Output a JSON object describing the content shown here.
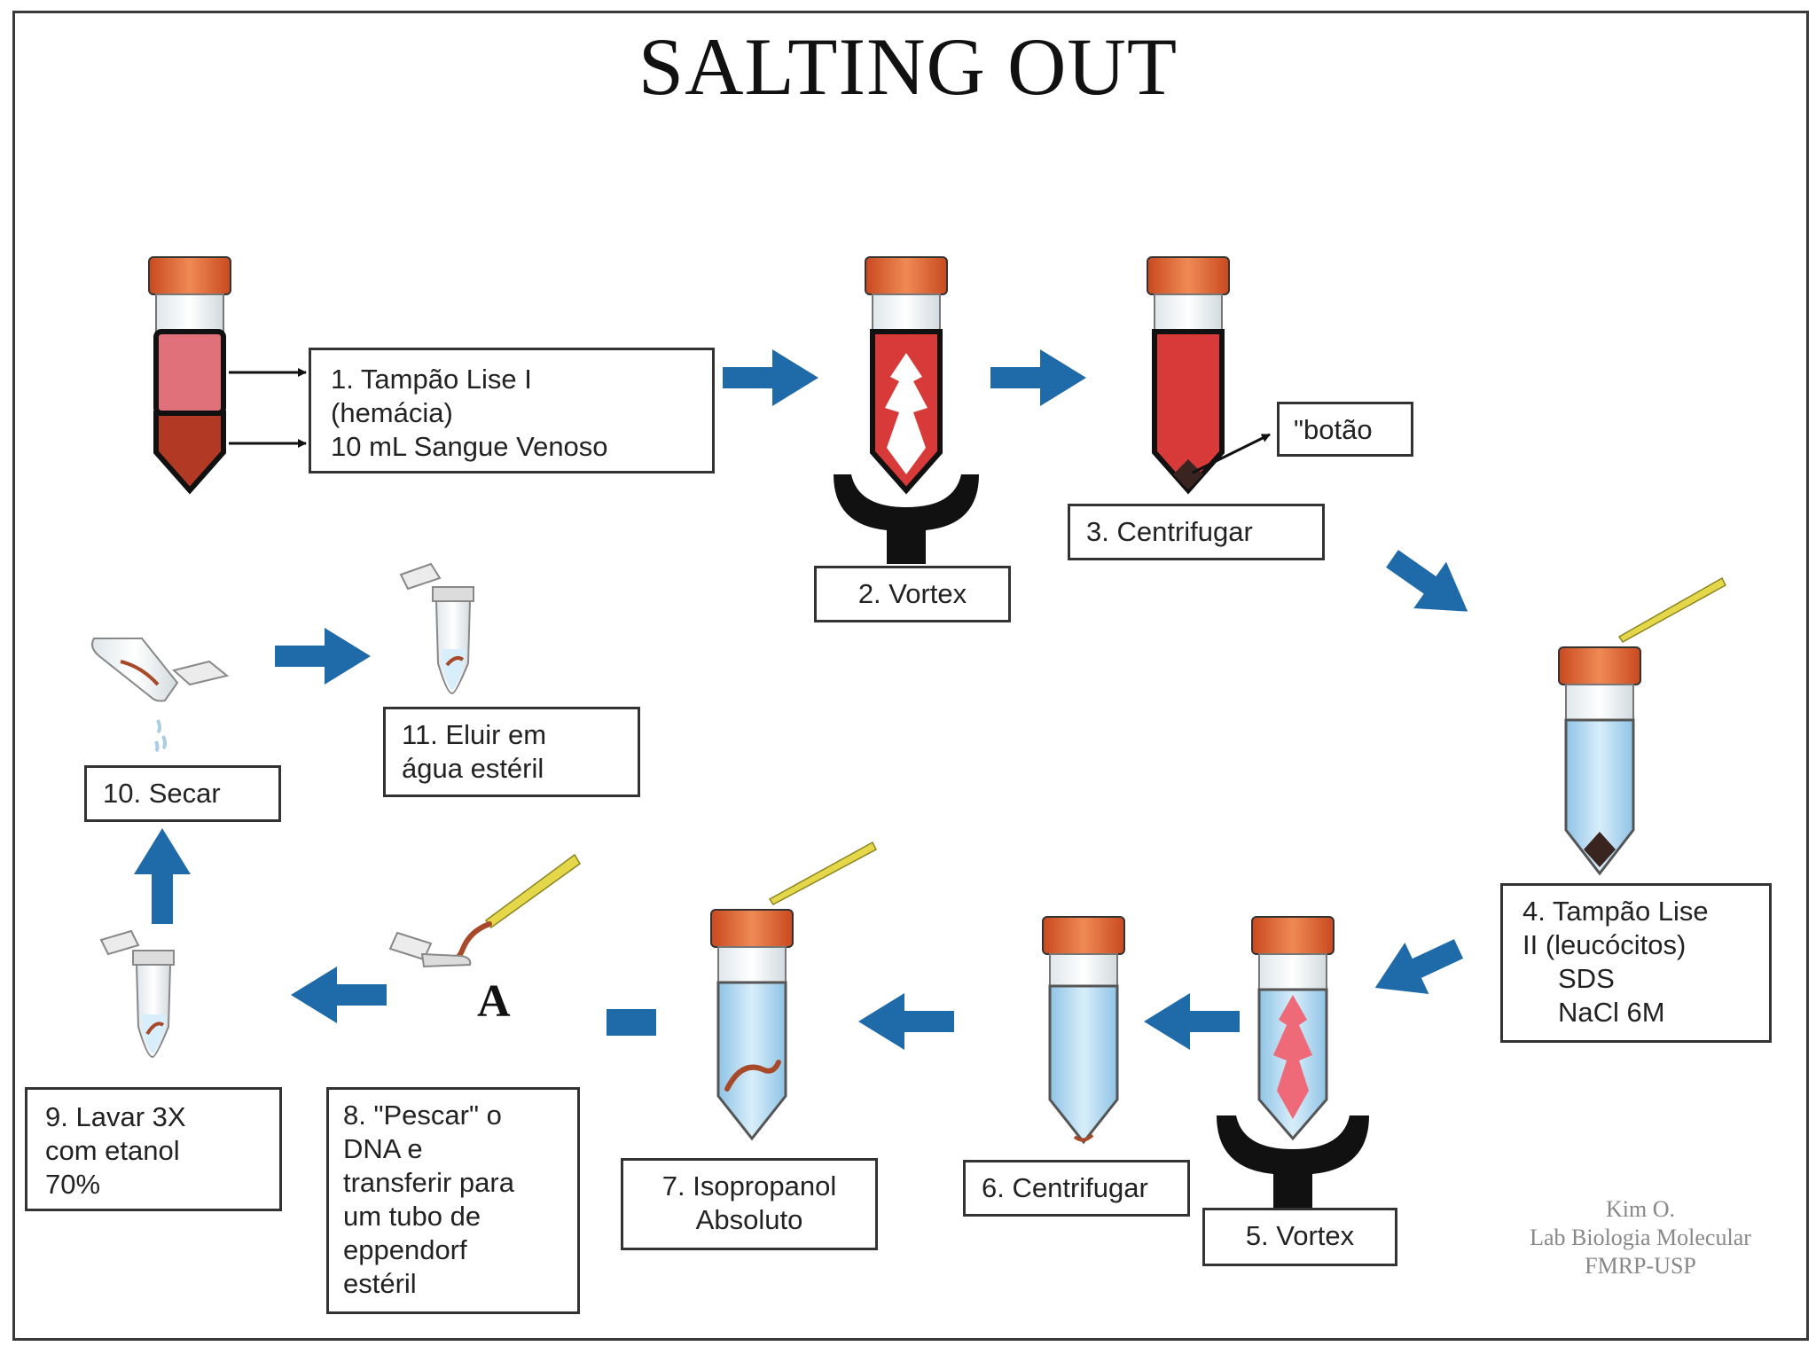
{
  "title": "SALTING OUT",
  "steps": {
    "s1": [
      "1. Tampão Lise I",
      "(hemácia)",
      "10 mL Sangue Venoso"
    ],
    "botao": "\"botão",
    "s2": "2. Vortex",
    "s3": "3. Centrifugar",
    "s4": [
      "4. Tampão Lise",
      "II (leucócitos)",
      "SDS",
      "NaCl 6M"
    ],
    "s5": "5. Vortex",
    "s6": "6. Centrifugar",
    "s7": [
      "7. Isopropanol",
      "Absoluto"
    ],
    "s8": [
      "8. \"Pescar\" o",
      "DNA e",
      "transferir para",
      "um tubo de",
      "eppendorf",
      "estéril"
    ],
    "s9": [
      "9. Lavar 3X",
      "com etanol",
      "70%"
    ],
    "s10": "10. Secar",
    "s11": [
      "11. Eluir em",
      "água estéril"
    ]
  },
  "mark_a": "A",
  "credit": [
    "Kim O.",
    "Lab Biologia Molecular",
    "FMRP-USP"
  ],
  "colors": {
    "arrow": "#1f6aa8",
    "cap": "#e06a3a",
    "blood_light": "#e0707a",
    "blood_dark": "#b23a24",
    "blood_red": "#d83a3a",
    "liquid_blue": "#b8dcf2",
    "pellet": "#3a2420",
    "vortex": "#111111",
    "tip_yellow": "#e4d84a",
    "dna_brown": "#a84a2a"
  }
}
